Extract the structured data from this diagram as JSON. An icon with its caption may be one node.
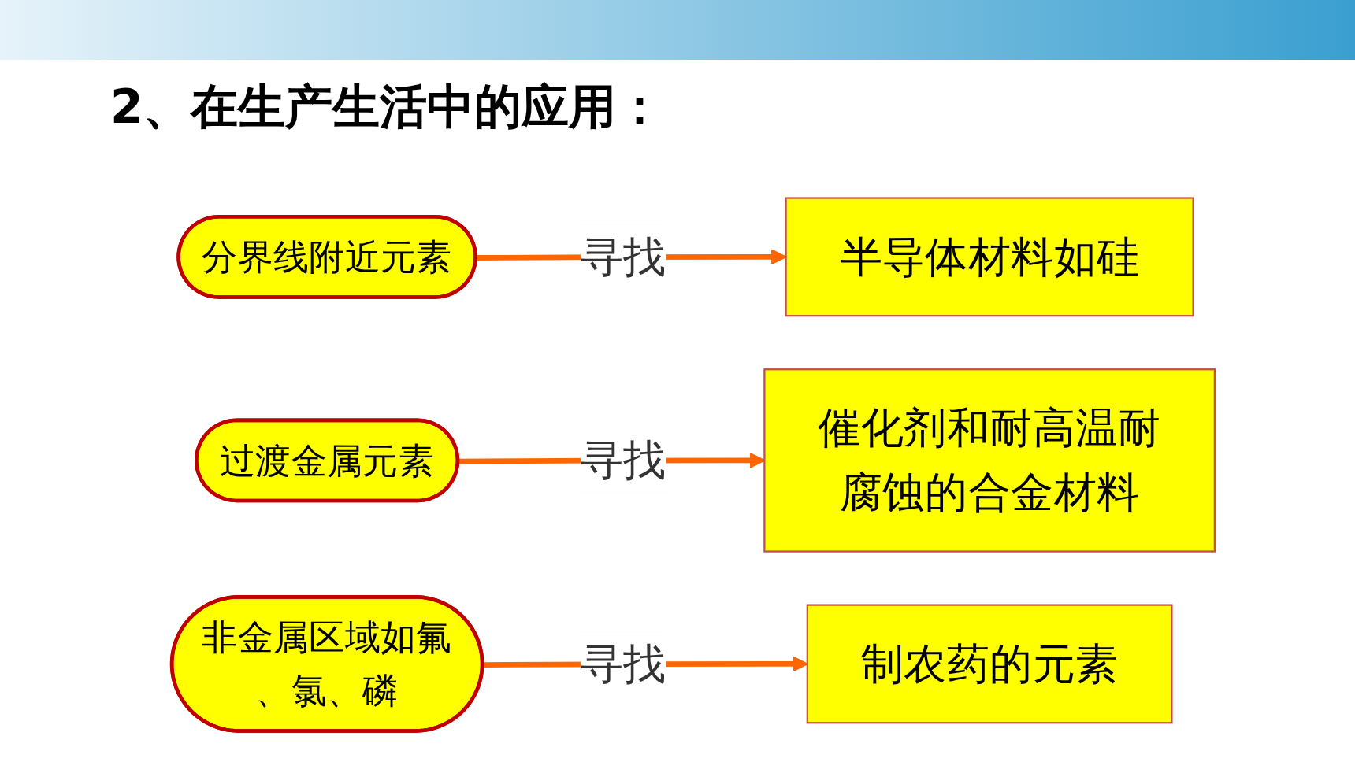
{
  "diagram": {
    "title": "2、在生产生活中的应用：",
    "nodes": [
      {
        "text": [
          "分界线附近元素"
        ]
      },
      {
        "text": [
          "半导体材料如硅"
        ]
      },
      {
        "text": [
          "过渡金属元素"
        ]
      },
      {
        "text": [
          "催化剂和耐高温耐腐蚀的合金材料"
        ]
      },
      {
        "text": [
          "非金属区域如氟、氯、磷"
        ]
      },
      {
        "text": [
          "制农药的元素"
        ]
      }
    ],
    "edges": [
      {
        "from": 0,
        "to": 1,
        "arrow": "to",
        "label": "寻找"
      },
      {
        "from": 2,
        "to": 3,
        "arrow": "to",
        "label": "寻找"
      },
      {
        "from": 4,
        "to": 5,
        "arrow": "to",
        "label": "寻找"
      }
    ]
  }
}
